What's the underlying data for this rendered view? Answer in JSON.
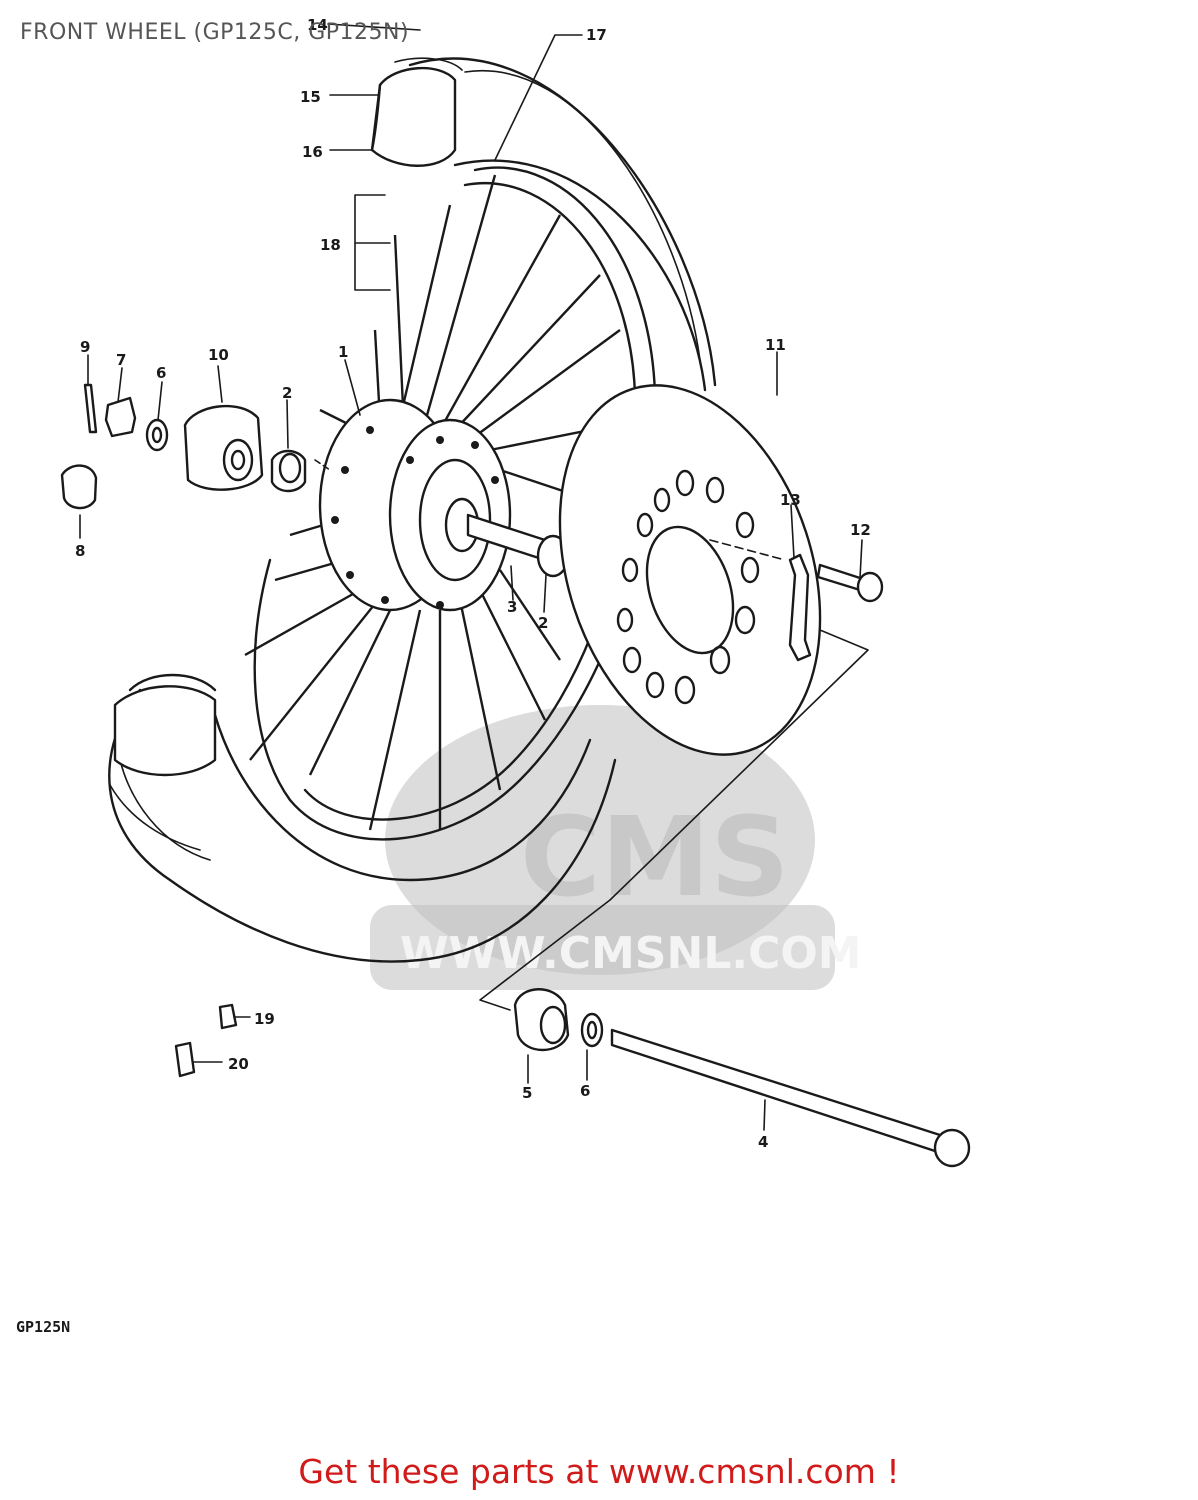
{
  "title": "FRONT WHEEL (GP125C, GP125N)",
  "model_label": "GP125N",
  "footer": "Get these parts at www.cmsnl.com !",
  "watermark": {
    "text_main": "CMS",
    "text_url": "WWW.CMSNL.COM"
  },
  "callouts": [
    {
      "id": "1",
      "label": "1"
    },
    {
      "id": "2a",
      "label": "2"
    },
    {
      "id": "2b",
      "label": "2"
    },
    {
      "id": "3",
      "label": "3"
    },
    {
      "id": "4",
      "label": "4"
    },
    {
      "id": "5",
      "label": "5"
    },
    {
      "id": "6a",
      "label": "6"
    },
    {
      "id": "6b",
      "label": "6"
    },
    {
      "id": "7",
      "label": "7"
    },
    {
      "id": "8",
      "label": "8"
    },
    {
      "id": "9",
      "label": "9"
    },
    {
      "id": "10",
      "label": "10"
    },
    {
      "id": "11",
      "label": "11"
    },
    {
      "id": "12",
      "label": "12"
    },
    {
      "id": "13",
      "label": "13"
    },
    {
      "id": "14",
      "label": "14"
    },
    {
      "id": "15",
      "label": "15"
    },
    {
      "id": "16",
      "label": "16"
    },
    {
      "id": "17",
      "label": "17"
    },
    {
      "id": "18",
      "label": "18"
    },
    {
      "id": "19",
      "label": "19"
    },
    {
      "id": "20",
      "label": "20"
    }
  ]
}
